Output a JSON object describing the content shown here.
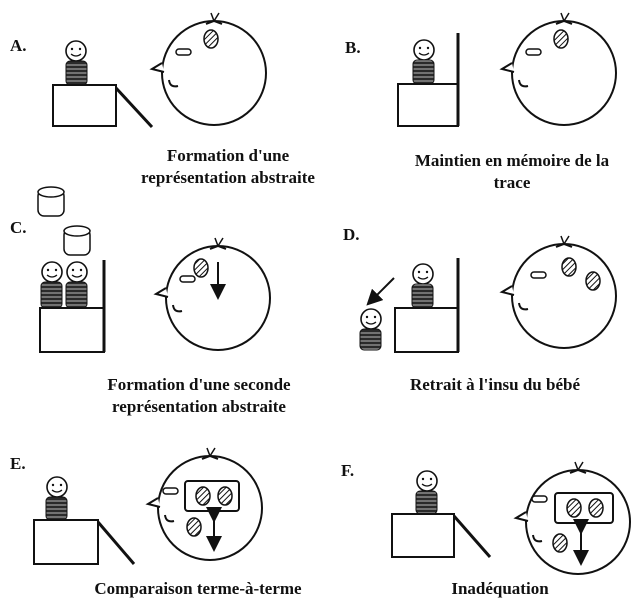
{
  "panels": [
    {
      "id": "A",
      "letter": "A.",
      "caption_lines": [
        "Formation d'une",
        "représentation abstraite"
      ]
    },
    {
      "id": "B",
      "letter": "B.",
      "caption_lines": [
        "Maintien en mémoire de  la",
        "trace"
      ]
    },
    {
      "id": "C",
      "letter": "C.",
      "caption_lines": [
        "Formation d'une seconde",
        "représentation abstraite"
      ]
    },
    {
      "id": "D",
      "letter": "D.",
      "caption_lines": [
        "Retrait à l'insu du bébé"
      ]
    },
    {
      "id": "E",
      "letter": "E.",
      "caption_lines": [
        "Comparaison terme-à-terme"
      ]
    },
    {
      "id": "F",
      "letter": "F.",
      "caption_lines": [
        "Inadéquation"
      ]
    }
  ]
}
